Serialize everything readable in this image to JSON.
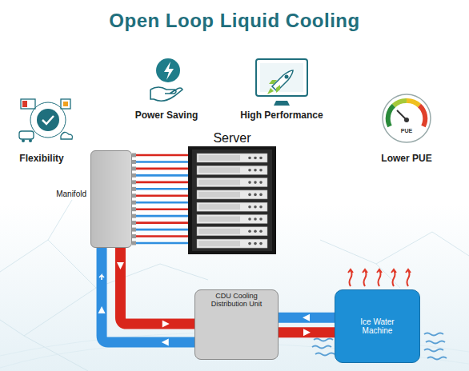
{
  "diagram": {
    "title": "Open Loop Liquid Cooling",
    "nodes": [
      {
        "text": [
          "Manifold"
        ]
      },
      {
        "text": [
          "Server"
        ]
      },
      {
        "text": [
          "CDU Cooling Distribution Unit"
        ]
      },
      {
        "text": [
          "Ice Water Machine"
        ]
      }
    ],
    "edges": [
      {
        "from": 0,
        "to": 1,
        "arrow": "none"
      },
      {
        "from": 0,
        "to": 2,
        "arrow": "both"
      },
      {
        "from": 2,
        "to": 3,
        "arrow": "both"
      }
    ],
    "labels": [
      "Flexibility",
      "Power Saving",
      "High Performance",
      "Lower PUE",
      "PUE"
    ]
  }
}
